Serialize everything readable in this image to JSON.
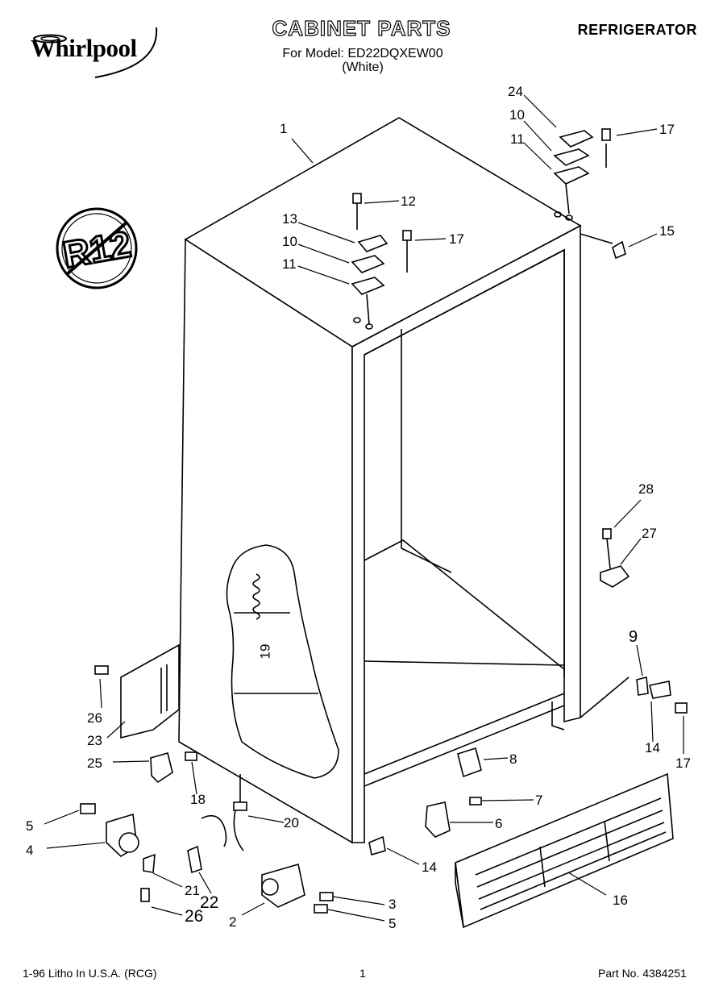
{
  "header": {
    "brand": "Whirlpool",
    "title": "CABINET PARTS",
    "model_line": "For Model: ED22DQXEW00",
    "color_line": "(White)",
    "category": "REFRIGERATOR"
  },
  "badge": {
    "text": "R12",
    "icon": "no-r12-prohibition-icon"
  },
  "callouts": [
    {
      "id": "c1",
      "label": "1"
    },
    {
      "id": "c24",
      "label": "24"
    },
    {
      "id": "c10a",
      "label": "10"
    },
    {
      "id": "c11a",
      "label": "11"
    },
    {
      "id": "c17a",
      "label": "17"
    },
    {
      "id": "c12",
      "label": "12"
    },
    {
      "id": "c13",
      "label": "13"
    },
    {
      "id": "c17b",
      "label": "17"
    },
    {
      "id": "c10b",
      "label": "10"
    },
    {
      "id": "c11b",
      "label": "11"
    },
    {
      "id": "c15",
      "label": "15"
    },
    {
      "id": "c28",
      "label": "28"
    },
    {
      "id": "c27",
      "label": "27"
    },
    {
      "id": "c19",
      "label": "19"
    },
    {
      "id": "c9",
      "label": "9"
    },
    {
      "id": "c26a",
      "label": "26"
    },
    {
      "id": "c23",
      "label": "23"
    },
    {
      "id": "c25",
      "label": "25"
    },
    {
      "id": "c18",
      "label": "18"
    },
    {
      "id": "c14a",
      "label": "14"
    },
    {
      "id": "c17c",
      "label": "17"
    },
    {
      "id": "c8",
      "label": "8"
    },
    {
      "id": "c7",
      "label": "7"
    },
    {
      "id": "c6",
      "label": "6"
    },
    {
      "id": "c20",
      "label": "20"
    },
    {
      "id": "c5a",
      "label": "5"
    },
    {
      "id": "c4",
      "label": "4"
    },
    {
      "id": "c14b",
      "label": "14"
    },
    {
      "id": "c16",
      "label": "16"
    },
    {
      "id": "c21",
      "label": "21"
    },
    {
      "id": "c22",
      "label": "22"
    },
    {
      "id": "c3",
      "label": "3"
    },
    {
      "id": "c26b",
      "label": "26"
    },
    {
      "id": "c2",
      "label": "2"
    },
    {
      "id": "c5b",
      "label": "5"
    }
  ],
  "footer": {
    "print_info": "1-96 Litho In U.S.A. (RCG)",
    "page": "1",
    "part_no": "Part No. 4384251"
  }
}
